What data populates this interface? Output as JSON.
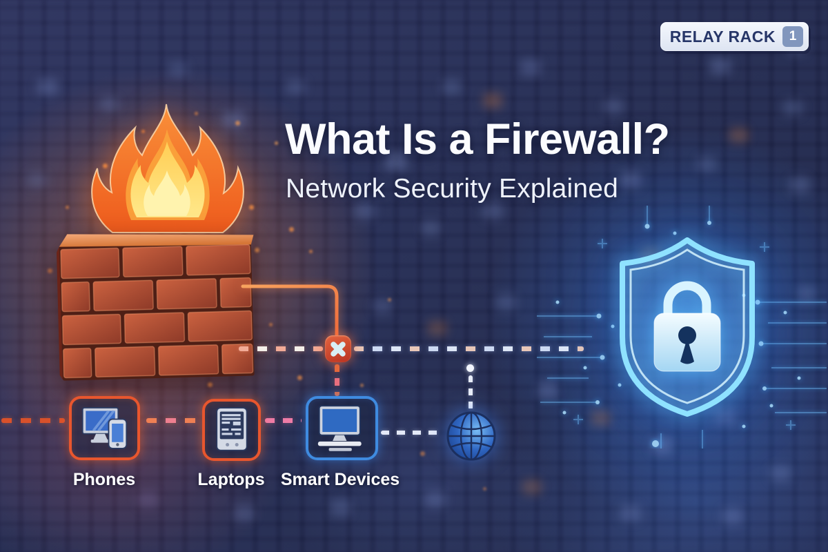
{
  "brand": {
    "name": "RELAY RACK",
    "badge": "1"
  },
  "header": {
    "title": "What Is a Firewall?",
    "subtitle": "Network Security Explained"
  },
  "diagram": {
    "firewall": {
      "icon": "brick-wall-fire-icon",
      "meaning": "firewall"
    },
    "blocked_marker": {
      "icon": "x-blocked-icon",
      "meaning": "blocked traffic"
    },
    "shield": {
      "icon": "shield-padlock-icon",
      "meaning": "protected network"
    },
    "internet": {
      "icon": "globe-icon",
      "meaning": "internet"
    },
    "devices": [
      {
        "label": "Phones",
        "icon": "desktop-and-phone-icon"
      },
      {
        "label": "Laptops",
        "icon": "tablet-document-icon"
      },
      {
        "label": "Smart Devices",
        "icon": "desktop-computer-icon"
      }
    ]
  },
  "colors": {
    "background_navy": "#232a52",
    "accent_orange": "#e8562e",
    "accent_salmon": "#ef8055",
    "accent_pink": "#ee7ca6",
    "accent_blue": "#3f8be0",
    "shield_glow_cyan": "#8fe2ff",
    "flame_orange": "#ef5f1d",
    "flame_yellow": "#ffe57a",
    "badge_text_navy": "#273668",
    "badge_tile_blue": "#8196bd"
  }
}
